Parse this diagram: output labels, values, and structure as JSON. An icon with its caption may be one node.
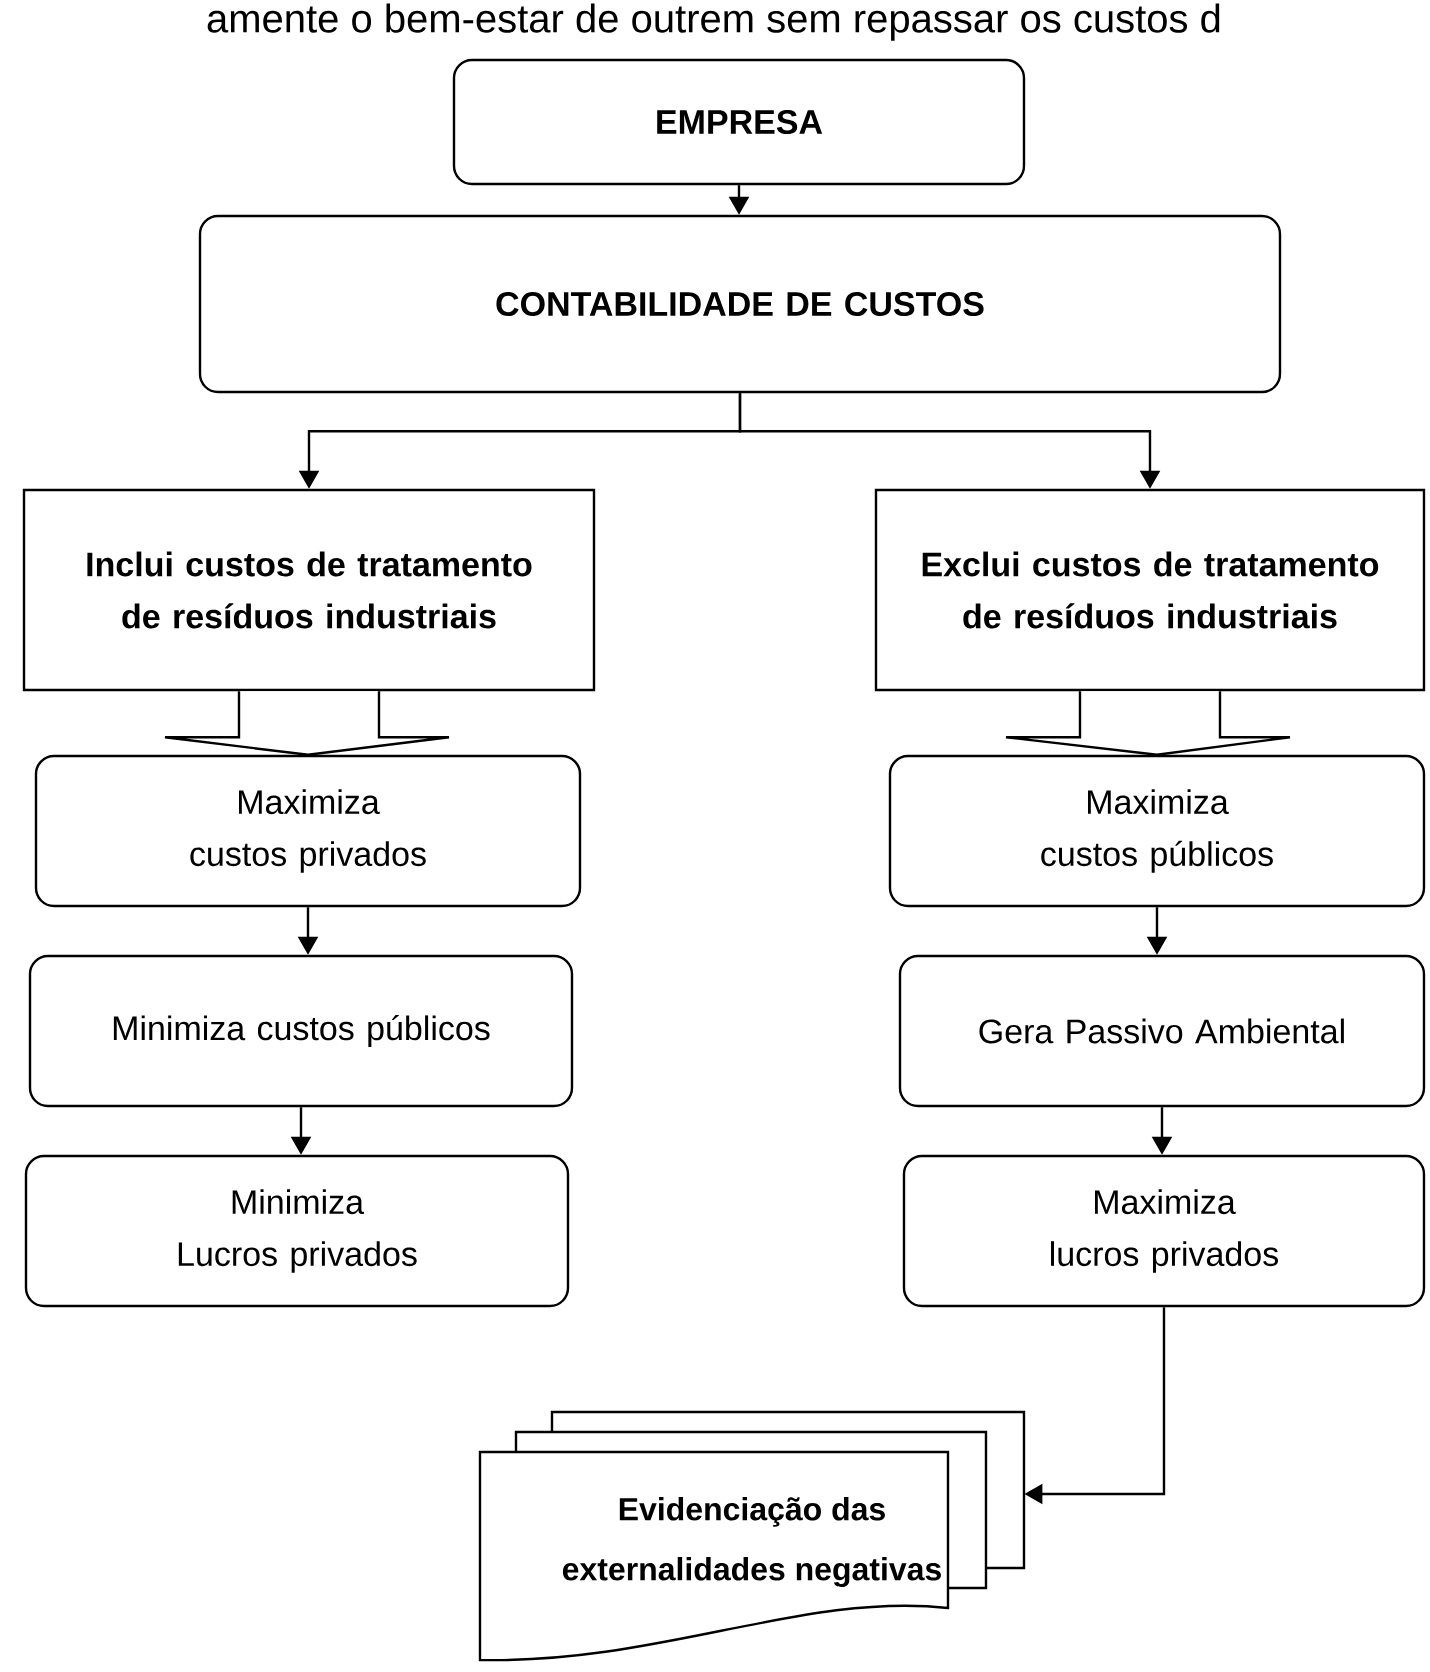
{
  "diagram": {
    "nodes": [
      {
        "text": [
          "EMPRESA"
        ]
      },
      {
        "text": [
          "CONTABILIDADE DE CUSTOS"
        ]
      },
      {
        "text": [
          "Inclui custos de tratamento de resíduos industriais"
        ]
      },
      {
        "text": [
          "Exclui custos de tratamento de resíduos industriais"
        ]
      },
      {
        "text": [
          "Maximiza custos privados"
        ]
      },
      {
        "text": [
          "Minimiza custos públicos"
        ]
      },
      {
        "text": [
          "Minimiza Lucros privados"
        ]
      },
      {
        "text": [
          "Maximiza custos públicos"
        ]
      },
      {
        "text": [
          "Gera Passivo Ambiental"
        ]
      },
      {
        "text": [
          "Maximiza lucros privados"
        ]
      },
      {
        "text": [
          "Evidenciação das externalidades negativas"
        ]
      }
    ],
    "edges": [
      {
        "from": 0,
        "to": 1,
        "arrow": "to"
      },
      {
        "from": 1,
        "to": 2,
        "arrow": "to"
      },
      {
        "from": 1,
        "to": 3,
        "arrow": "to"
      },
      {
        "from": 2,
        "to": 4,
        "arrow": "to",
        "style": "thick"
      },
      {
        "from": 3,
        "to": 7,
        "arrow": "to",
        "style": "thick"
      },
      {
        "from": 4,
        "to": 5,
        "arrow": "to"
      },
      {
        "from": 5,
        "to": 6,
        "arrow": "to"
      },
      {
        "from": 7,
        "to": 8,
        "arrow": "to"
      },
      {
        "from": 8,
        "to": 9,
        "arrow": "to"
      },
      {
        "from": 9,
        "to": 10,
        "arrow": "to"
      }
    ],
    "labels": [
      "amente o bem-estar de outrem sem repassar os custos d"
    ]
  }
}
